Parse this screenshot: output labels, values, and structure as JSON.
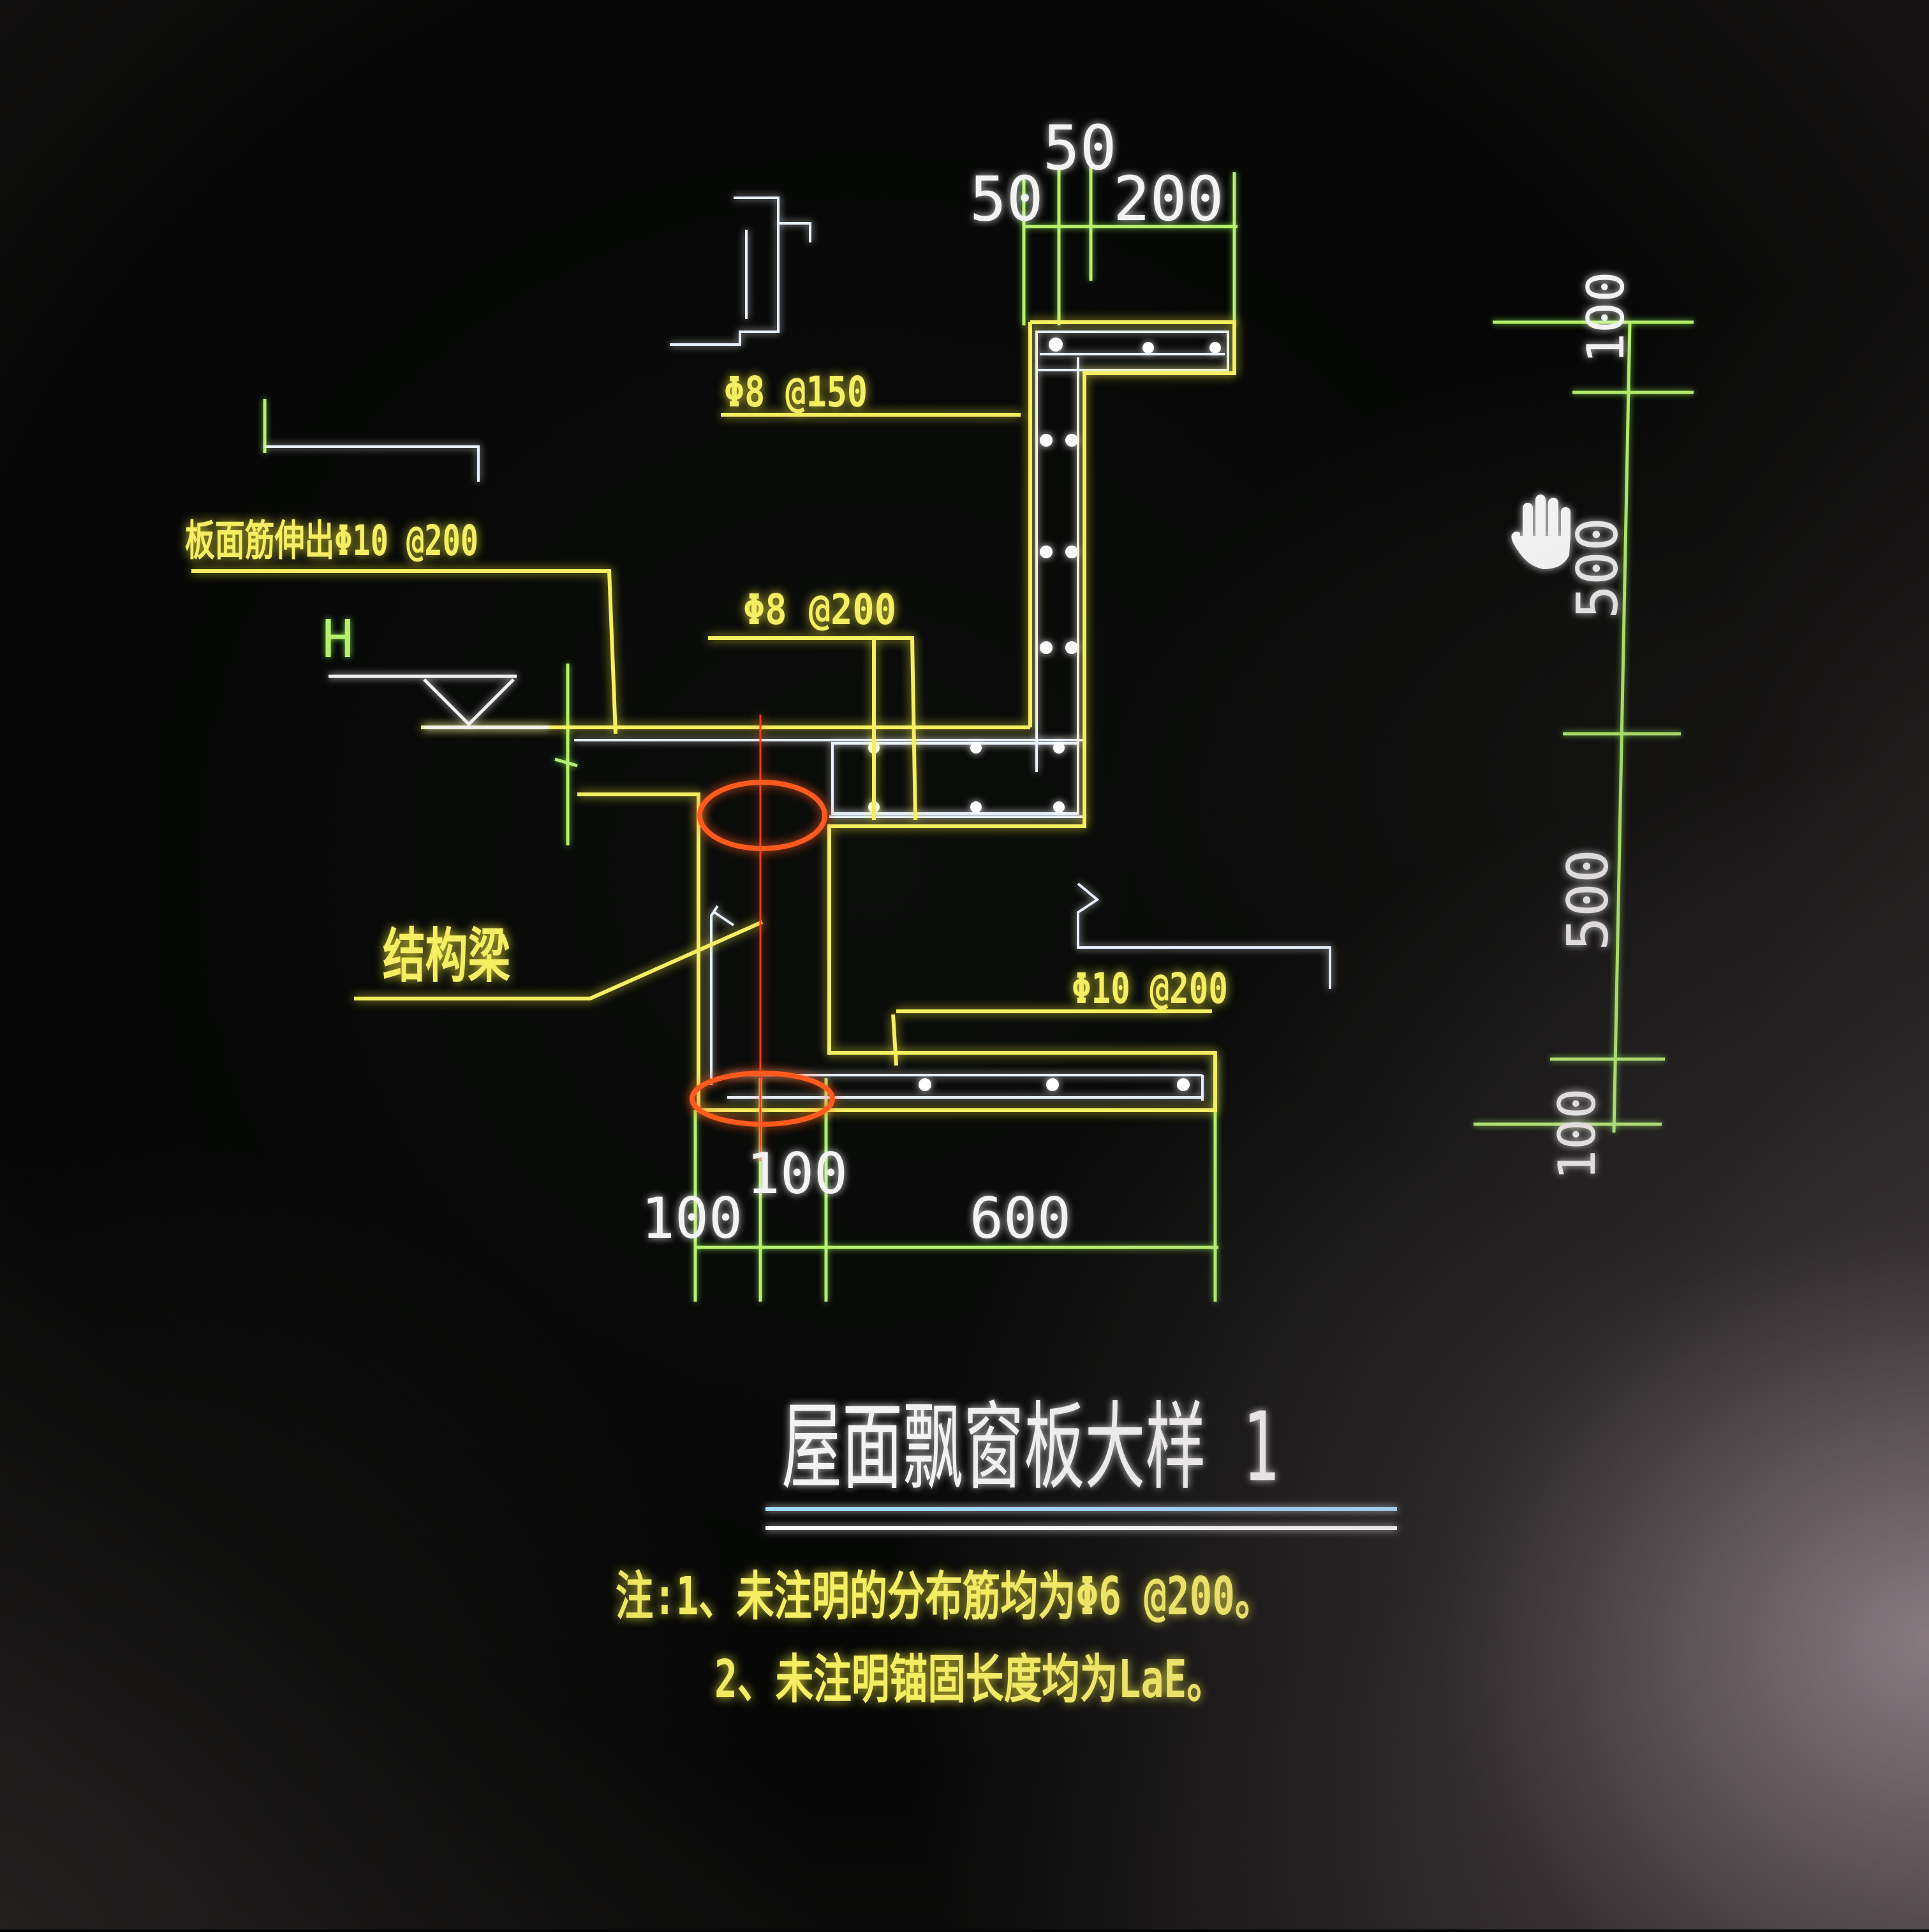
{
  "drawing": {
    "title": "屋面飘窗板大样 1",
    "notes": [
      "注:1、未注明的分布筋均为Φ6 @200。",
      "2、未注明锚固长度均为LaE。"
    ],
    "labels": {
      "rebar_top": "Φ8 @150",
      "rebar_slab_ext": "板面筋伸出Φ10 @200",
      "rebar_mid": "Φ8 @200",
      "rebar_bottom": "Φ10 @200",
      "elevation": "H",
      "beam": "结构梁"
    },
    "dims_top": [
      "50",
      "50",
      "200"
    ],
    "dims_bottom": [
      "100",
      "100",
      "600"
    ],
    "dims_right": [
      "100",
      "500",
      "500",
      "100"
    ]
  },
  "colors": {
    "background": "#050505",
    "yellow": "#f4ee62",
    "green": "#b6f06c",
    "white": "#f3f3f3",
    "red": "#ff5a1e",
    "blue_white": "#cfe8ff"
  },
  "icons": {
    "cursor": "hand-pan-icon"
  }
}
